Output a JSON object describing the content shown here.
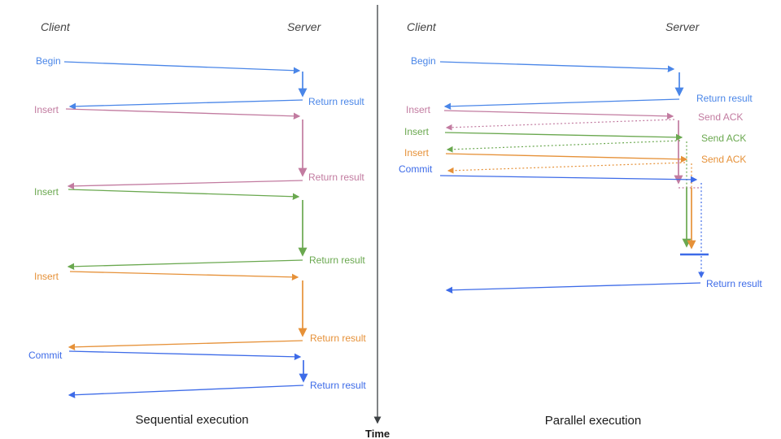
{
  "colors": {
    "blue": "#4a86e8",
    "pink": "#c27ba0",
    "green": "#6aa84f",
    "orange": "#e69138",
    "commit": "#3d6be8",
    "axis": "#3c4043",
    "header": "#434343",
    "title": "#1b1b1b"
  },
  "time_axis": {
    "label": "Time"
  },
  "left_panel": {
    "title": "Sequential execution",
    "client_header": "Client",
    "server_header": "Server",
    "operations": [
      {
        "label": "Begin",
        "result": "Return result"
      },
      {
        "label": "Insert",
        "result": "Return result"
      },
      {
        "label": "Insert",
        "result": "Return result"
      },
      {
        "label": "Insert",
        "result": "Return result"
      },
      {
        "label": "Commit",
        "result": "Return result"
      }
    ]
  },
  "right_panel": {
    "title": "Parallel execution",
    "client_header": "Client",
    "server_header": "Server",
    "operations": [
      {
        "label": "Begin",
        "result": "Return result"
      },
      {
        "label": "Insert",
        "result": "Send ACK"
      },
      {
        "label": "Insert",
        "result": "Send ACK"
      },
      {
        "label": "Insert",
        "result": "Send ACK"
      },
      {
        "label": "Commit",
        "result": "Return result"
      }
    ]
  }
}
